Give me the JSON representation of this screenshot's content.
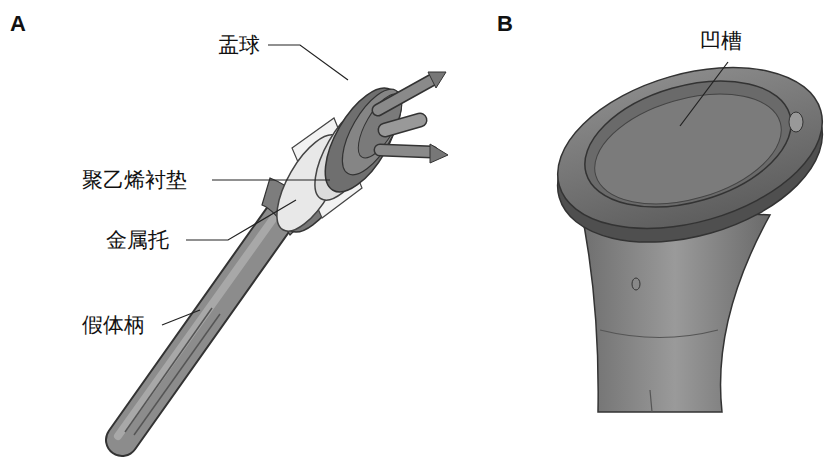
{
  "diagram": {
    "labels": [
      "A",
      "B",
      "盂球",
      "聚乙烯衬垫",
      "金属托",
      "假体柄",
      "凹槽"
    ]
  }
}
